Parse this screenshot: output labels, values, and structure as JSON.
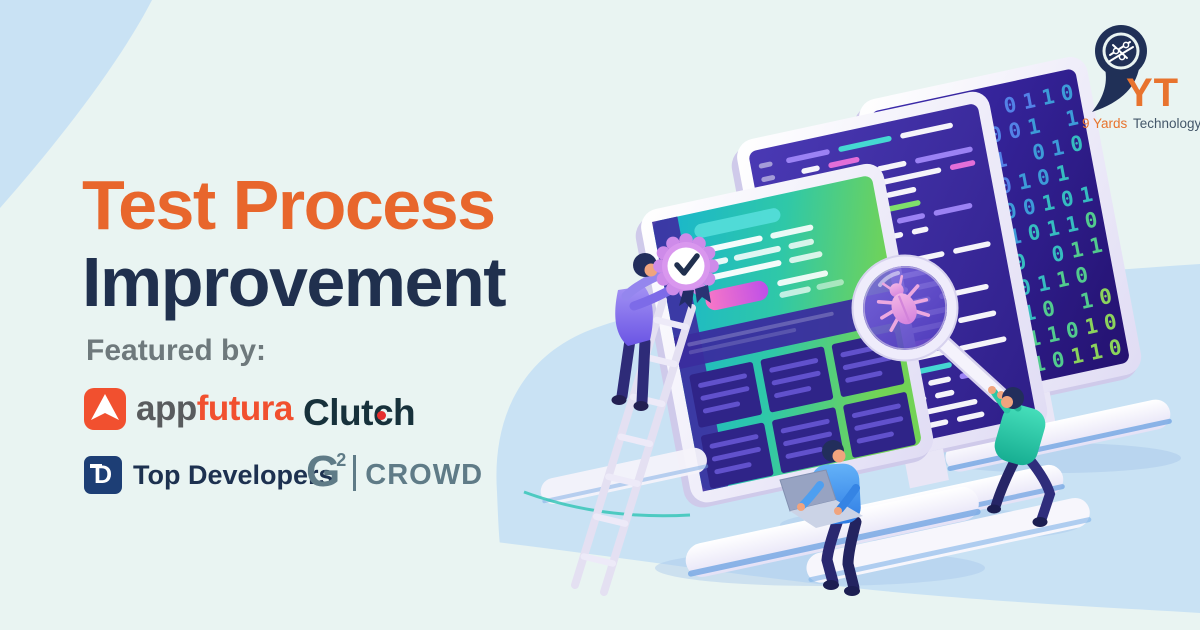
{
  "title": {
    "line1": "Test Process",
    "line2": "Improvement"
  },
  "featured": {
    "label": "Featured by:"
  },
  "logos": {
    "appfutura": {
      "prefix": "app",
      "suffix": "futura"
    },
    "clutch": {
      "pre": "Clut",
      "dotted": "c",
      "post": "h"
    },
    "topdevelopers": {
      "icon_letter": "D",
      "label": "Top Developers"
    },
    "g2crowd": {
      "letter": "G",
      "sup": "2",
      "label": "CROWD"
    }
  },
  "brand": {
    "wordmark": "YT",
    "tagline_accent": "9 Yards",
    "tagline_rest": "Technology"
  },
  "colors": {
    "accent_orange": "#E8662C",
    "navy": "#20304E",
    "background_mint": "#E9F4F2",
    "blob_blue": "#C9E2F4",
    "appfutura_orange": "#F1502F",
    "clutch_ink": "#17313B",
    "clutch_dot": "#E62E2E",
    "topdev_navy": "#1D3E75",
    "g2_slate": "#5F7B87",
    "featured_gray": "#6E797C"
  },
  "illustration": {
    "binary_digits": "1011010110011010010110110100101101001011011010010110100101101101001011010010110110100101101001011010",
    "binary_colors": [
      "#9D86F6",
      "#7A7CF0",
      "#5381E6",
      "#3D9BD8",
      "#36BCC0",
      "#52CB8E",
      "#8BD35C"
    ],
    "code_colors": [
      "#FFFFFF",
      "#7FE06B",
      "#45D8D2",
      "#9B82F4",
      "#E36ED8"
    ]
  }
}
